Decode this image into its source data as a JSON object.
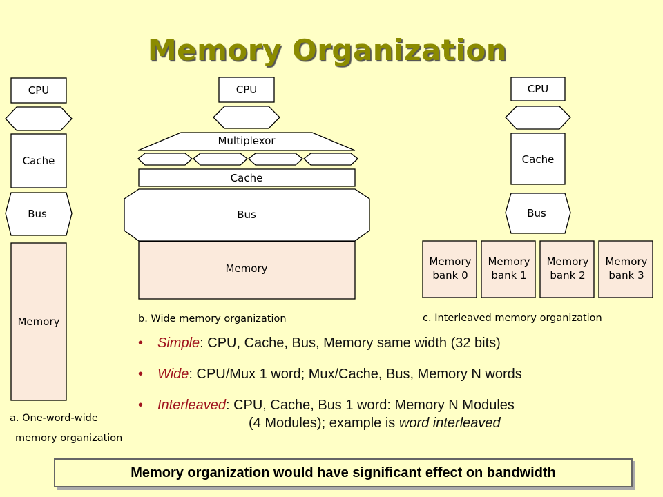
{
  "title": "Memory Organization",
  "diagram_a": {
    "cpu": "CPU",
    "cache": "Cache",
    "bus": "Bus",
    "memory": "Memory",
    "caption_line1": "a. One-word-wide",
    "caption_line2": "memory organization"
  },
  "diagram_b": {
    "cpu": "CPU",
    "mux": "Multiplexor",
    "cache": "Cache",
    "bus": "Bus",
    "memory": "Memory",
    "caption": "b. Wide memory organization"
  },
  "diagram_c": {
    "cpu": "CPU",
    "cache": "Cache",
    "bus": "Bus",
    "banks": [
      {
        "line1": "Memory",
        "line2": "bank 0"
      },
      {
        "line1": "Memory",
        "line2": "bank 1"
      },
      {
        "line1": "Memory",
        "line2": "bank 2"
      },
      {
        "line1": "Memory",
        "line2": "bank 3"
      }
    ],
    "caption": "c. Interleaved memory organization"
  },
  "bullets": {
    "simple_term": "Simple",
    "simple_text": ": CPU, Cache, Bus, Memory same width (32 bits)",
    "wide_term": "Wide",
    "wide_text": ":  CPU/Mux 1 word; Mux/Cache, Bus, Memory N words",
    "inter_term": "Interleaved",
    "inter_text": ": CPU, Cache, Bus 1 word: Memory N Modules",
    "inter_cont_pre": "(4 Modules); example is ",
    "inter_cont_em": "word interleaved"
  },
  "banner": "Memory organization would have significant effect on bandwidth",
  "colors": {
    "memory_fill": "#fbeadc",
    "title": "#8b8b00",
    "bullet_term": "#a0141e"
  }
}
